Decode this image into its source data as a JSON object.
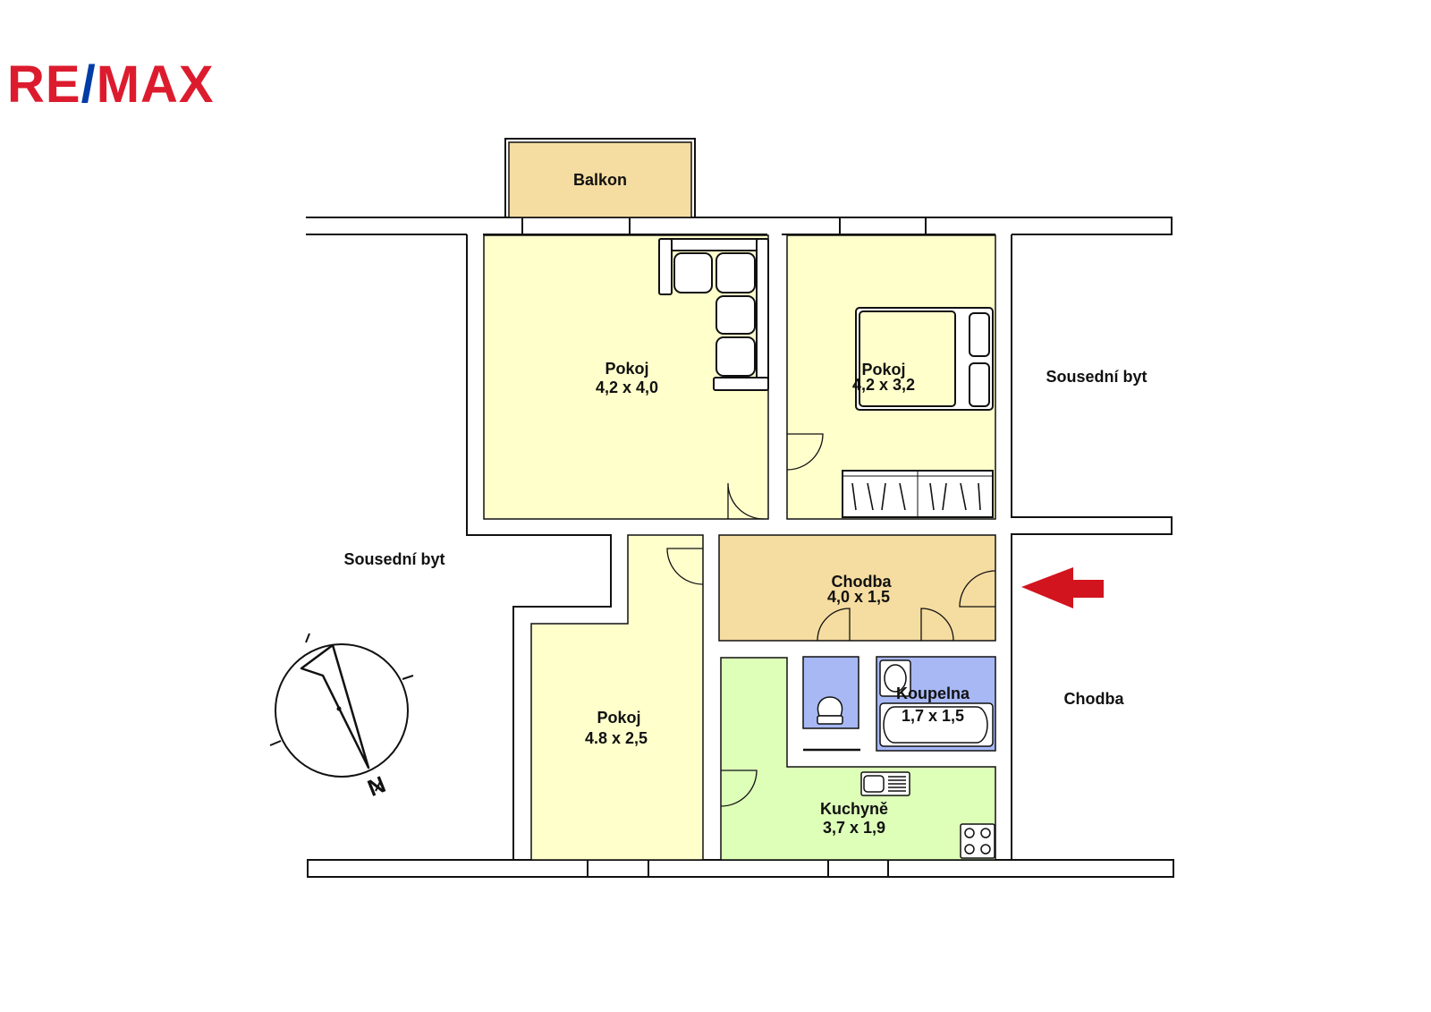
{
  "logo": {
    "text": "RE/MAX",
    "color": "#dc1c2e",
    "slash_color": "#003da5"
  },
  "colors": {
    "pokoj": "#ffffcc",
    "balkon": "#f5dca0",
    "chodba": "#f5dca0",
    "koupelna": "#a7b8f5",
    "kuchyne": "#ddffb8",
    "arrow": "#d2141e",
    "wall": "#ffffff",
    "outline": "#111111"
  },
  "rooms": {
    "balkon": {
      "name": "Balkon"
    },
    "pokoj1": {
      "name": "Pokoj",
      "size": "4,2 x 4,0"
    },
    "pokoj2": {
      "name": "Pokoj",
      "size": "4,2 x 3,2"
    },
    "pokoj3": {
      "name": "Pokoj",
      "size": "4.8 x 2,5"
    },
    "chodba": {
      "name": "Chodba",
      "size": "4,0 x 1,5"
    },
    "koupelna": {
      "name": "Koupelna",
      "size": "1,7 x 1,5"
    },
    "kuchyne": {
      "name": "Kuchyně",
      "size": "3,7 x 1,9"
    }
  },
  "outside": {
    "sousedni_byt_right": "Sousední byt",
    "sousedni_byt_left": "Sousední byt",
    "chodba_right": "Chodba"
  },
  "compass": {
    "letter": "N",
    "icon": "north-compass-icon"
  },
  "entrance_arrow": {
    "icon": "entrance-arrow-icon"
  }
}
